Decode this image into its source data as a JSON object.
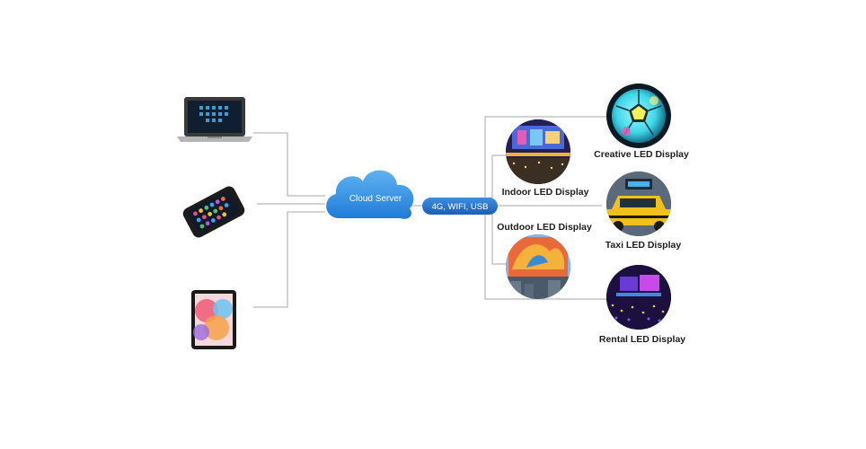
{
  "devices": [
    {
      "id": "laptop",
      "icon": "laptop-icon"
    },
    {
      "id": "smartphone",
      "icon": "smartphone-icon"
    },
    {
      "id": "tablet",
      "icon": "tablet-icon"
    }
  ],
  "cloud": {
    "label": "Cloud Server",
    "icon": "cloud-icon"
  },
  "connection": {
    "label": "4G, WIFI, USB"
  },
  "displays": [
    {
      "id": "creative",
      "label": "Creative LED Display",
      "icon": "soccer-ball-led-icon"
    },
    {
      "id": "indoor",
      "label": "Indoor LED Display",
      "icon": "indoor-led-icon"
    },
    {
      "id": "outdoor",
      "label": "Outdoor LED Display",
      "icon": "outdoor-led-icon"
    },
    {
      "id": "taxi",
      "label": "Taxi LED Display",
      "icon": "taxi-led-icon"
    },
    {
      "id": "rental",
      "label": "Rental LED Display",
      "icon": "rental-led-icon"
    }
  ],
  "colors": {
    "cloud": "#2f8fe0",
    "pill": "#1f6fc8",
    "connector": "#b9b9b9"
  }
}
